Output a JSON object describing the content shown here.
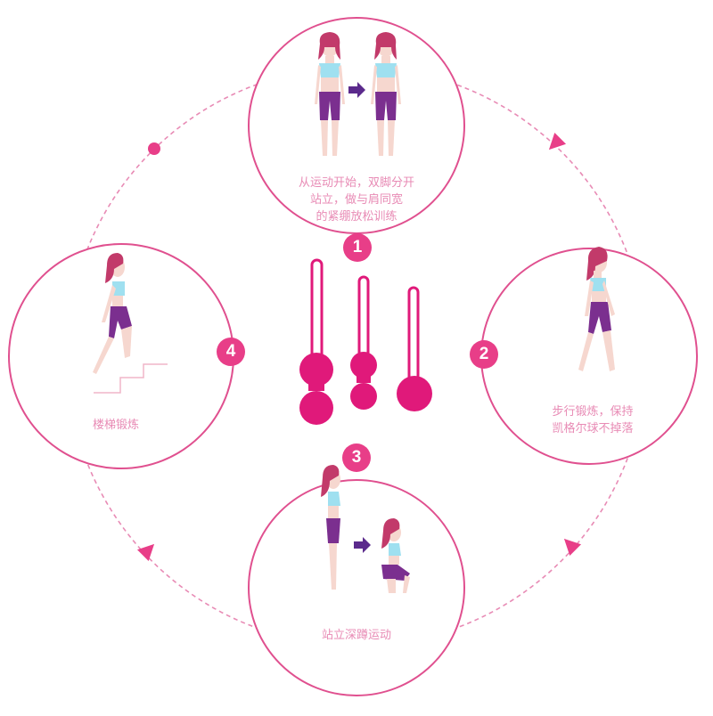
{
  "diagram": {
    "type": "cycle",
    "colors": {
      "accent": "#e83e88",
      "circle_stroke": "#e0508f",
      "dashed_path": "#e88bb5",
      "caption_text": "#e88bb5",
      "product": "#e0197a",
      "shirt": "#9fe0f0",
      "shorts": "#7b2f8f",
      "hair": "#c23a6a",
      "arrow_purple": "#5b2a8c"
    },
    "center_product": {
      "label": "kegel-balls-set",
      "items": [
        "double-ball-large",
        "double-ball-medium",
        "single-ball"
      ]
    },
    "steps": [
      {
        "number": "1",
        "caption_lines": [
          "从运动开始，双脚分开",
          "站立，做与肩同宽",
          "的紧绷放松训练"
        ],
        "illustration": "standing-feet-apart"
      },
      {
        "number": "2",
        "caption_lines": [
          "步行锻炼，保持",
          "凯格尔球不掉落"
        ],
        "illustration": "walking"
      },
      {
        "number": "3",
        "caption_lines": [
          "站立深蹲运动"
        ],
        "illustration": "standing-to-squat"
      },
      {
        "number": "4",
        "caption_lines": [
          "楼梯锻炼"
        ],
        "illustration": "climbing-stairs"
      }
    ]
  }
}
